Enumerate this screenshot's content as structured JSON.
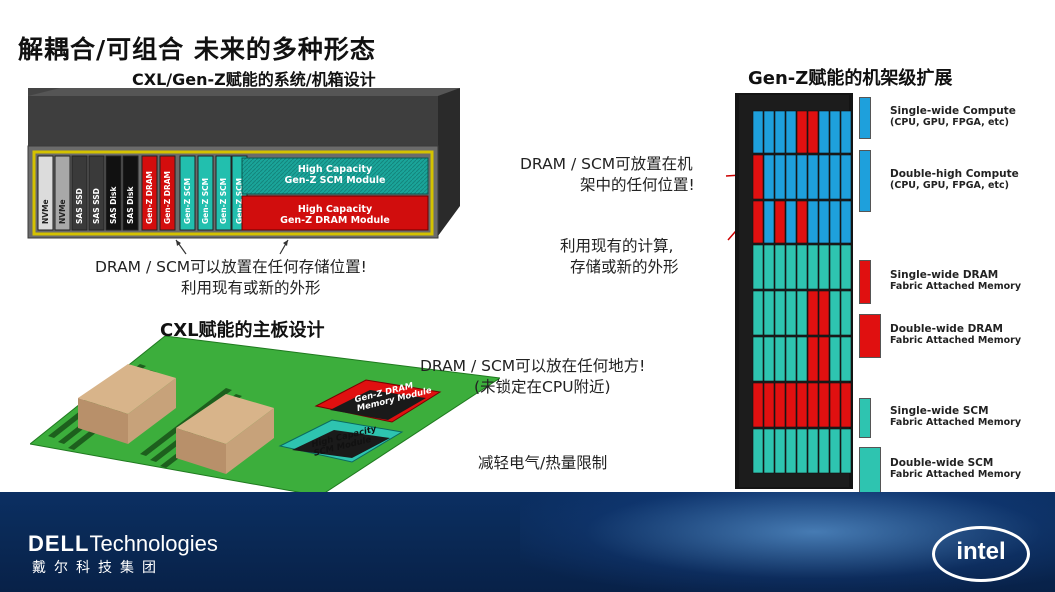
{
  "title": "解耦合/可组合 未来的多种形态",
  "chassis": {
    "subtitle": "CXL/Gen-Z赋能的系统/机箱设计",
    "slots": [
      "NVMe",
      "NVMe",
      "SAS SSD",
      "SAS SSD",
      "SAS Disk",
      "SAS Disk",
      "Gen-Z DRAM",
      "Gen-Z DRAM",
      "Gen-Z SCM",
      "Gen-Z SCM",
      "Gen-Z SCM",
      "Gen-Z SCM"
    ],
    "scm_module": [
      "High Capacity",
      "Gen-Z SCM Module"
    ],
    "dram_module": [
      "High Capacity",
      "Gen-Z DRAM Module"
    ],
    "note": [
      "DRAM / SCM可以放置在任何存储位置!",
      "利用现有或新的外形"
    ]
  },
  "motherboard": {
    "title": "CXL赋能的主板设计",
    "dram_module": [
      "Gen-Z DRAM",
      "Memory Module"
    ],
    "scm_module": [
      "High Capacity",
      "SCM Module"
    ],
    "note": [
      "DRAM / SCM可以放在任何地方!",
      "(未锁定在CPU附近)"
    ],
    "note2": "减轻电气/热量限制"
  },
  "rack": {
    "title": "Gen-Z赋能的机架级扩展",
    "note1": [
      "DRAM / SCM可放置在机",
      "架中的任何位置!"
    ],
    "note2": [
      "利用现有的计算,",
      "存储或新的外形"
    ],
    "legend": [
      {
        "line1": "Single-wide Compute",
        "line2": "(CPU, GPU, FPGA, etc)",
        "color": "#1ea0dc"
      },
      {
        "line1": "Double-high Compute",
        "line2": "(CPU, GPU, FPGA, etc)",
        "color": "#1ea0dc"
      },
      {
        "line1": "Single-wide DRAM",
        "line2": "Fabric Attached Memory",
        "color": "#e01010"
      },
      {
        "line1": "Double-wide DRAM",
        "line2": "Fabric Attached Memory",
        "color": "#e01010"
      },
      {
        "line1": "Single-wide SCM",
        "line2": "Fabric Attached Memory",
        "color": "#2ec4b0"
      },
      {
        "line1": "Double-wide SCM",
        "line2": "Fabric Attached Memory",
        "color": "#2ec4b0"
      }
    ]
  },
  "footer": {
    "dell_brand": "DELL",
    "dell_tech": "Technologies",
    "dell_sub": "戴尔科技集团",
    "intel": "intel"
  },
  "colors": {
    "compute": "#1ea0dc",
    "dram": "#e01010",
    "scm": "#2ec4b0",
    "board": "#3cae3c",
    "footer": "#0a2a57"
  }
}
